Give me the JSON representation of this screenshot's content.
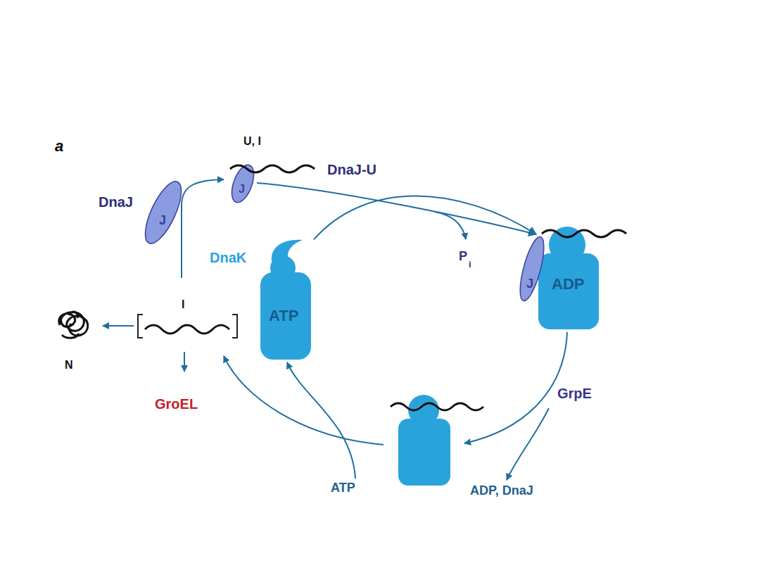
{
  "diagram": {
    "nodes": [
      {
        "text": [
          "DnaJ",
          "J"
        ]
      },
      {
        "text": [
          "J"
        ]
      },
      {
        "text": [
          "DnaK",
          "ATP"
        ]
      },
      {
        "text": [
          "J"
        ]
      },
      {
        "text": [
          "ADP"
        ]
      }
    ],
    "edges": [
      {
        "from": 1,
        "to": 4,
        "arrow": "to"
      },
      {
        "from": 2,
        "to": 4,
        "arrow": "to"
      }
    ],
    "labels": [
      "a",
      "U, I",
      "DnaJ-U",
      "P",
      "i",
      "I",
      "N",
      "GroEL",
      "GrpE",
      "ATP",
      "ADP, DnaJ"
    ]
  }
}
